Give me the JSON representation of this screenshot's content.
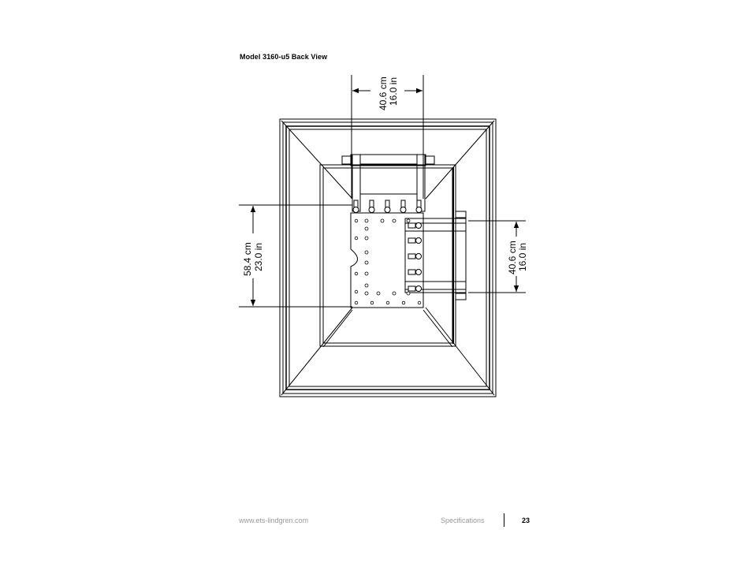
{
  "page": {
    "title": "Model 3160-u5 Back View",
    "footer_url": "www.ets-lindgren.com",
    "footer_section": "Specifications",
    "page_number": "23"
  },
  "drawing": {
    "top_dim_cm": "40.6 cm",
    "top_dim_in": "16.0 in",
    "left_dim_cm": "58.4 cm",
    "left_dim_in": "23.0 in",
    "right_dim_cm": "40.6 cm",
    "right_dim_in": "16.0 in"
  }
}
